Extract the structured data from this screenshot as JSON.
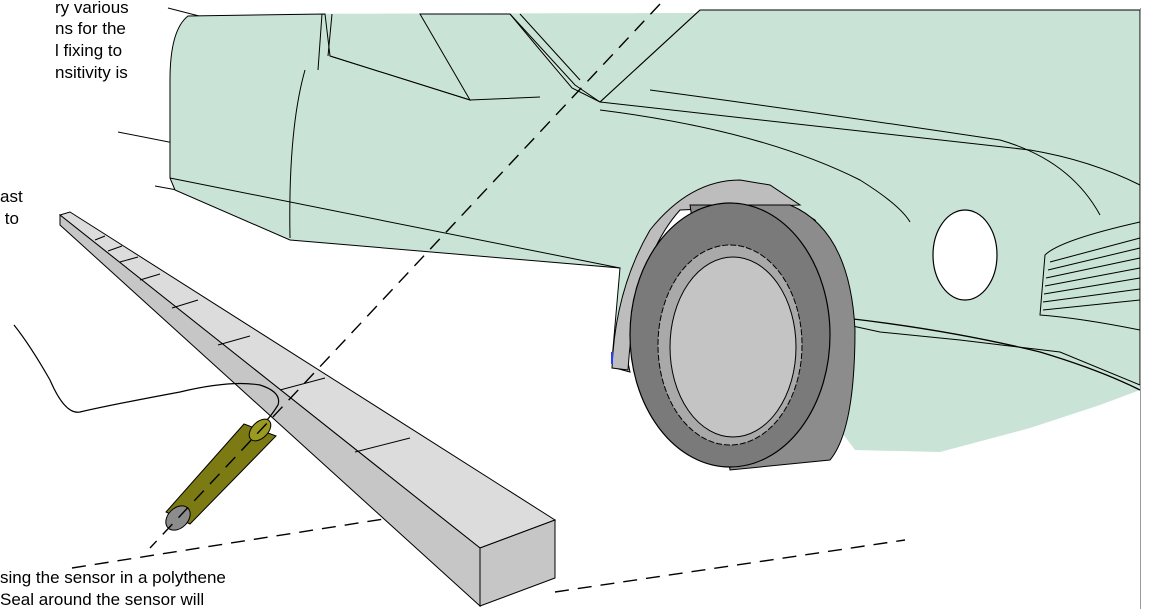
{
  "colors": {
    "car_body": "#c9e3d6",
    "car_outline": "#000000",
    "tire": "#7a7a7a",
    "tire_side": "#8c8c8c",
    "wheel_disc": "#c4c4c4",
    "kerb_top": "#dcdcdc",
    "kerb_side": "#c6c6c6",
    "sensor": "#7c7a12",
    "background": "#ffffff"
  },
  "annotations": {
    "top_left_lines": [
      "ry various",
      "ns for the",
      "l fixing to",
      "nsitivity is"
    ],
    "mid_left_lines": [
      "ast",
      " to"
    ],
    "bottom_lines": [
      "sing the sensor in a polythene",
      "Seal around the sensor will"
    ]
  },
  "diagram_parts": {
    "car": "car-body",
    "front_wheel": "wheel-icon",
    "kerb": "kerb-stone",
    "sensor": "cylinder-sensor-icon",
    "cable": "sensor-cable",
    "sight_lines": "dashed-detection-lines"
  }
}
